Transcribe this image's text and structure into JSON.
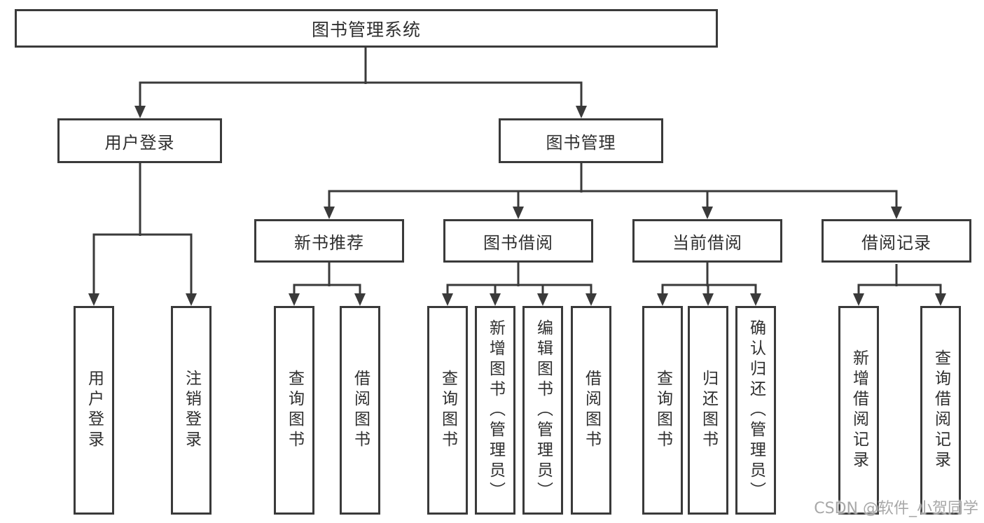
{
  "diagram_type": "functional-structure-tree",
  "nodes": {
    "root": {
      "label": "图书管理系统"
    },
    "branches": [
      {
        "label": "用户登录",
        "children": [
          {
            "label": "用户登录"
          },
          {
            "label": "注销登录"
          }
        ]
      },
      {
        "label": "图书管理",
        "groups": [
          {
            "label": "新书推荐",
            "children": [
              {
                "label": "查询图书"
              },
              {
                "label": "借阅图书"
              }
            ]
          },
          {
            "label": "图书借阅",
            "children": [
              {
                "label": "查询图书"
              },
              {
                "label": "新增图书（管理员）"
              },
              {
                "label": "编辑图书（管理员）"
              },
              {
                "label": "借阅图书"
              }
            ]
          },
          {
            "label": "当前借阅",
            "children": [
              {
                "label": "查询图书"
              },
              {
                "label": "归还图书"
              },
              {
                "label": "确认归还（管理员）"
              }
            ]
          },
          {
            "label": "借阅记录",
            "children": [
              {
                "label": "新增借阅记录"
              },
              {
                "label": "查询借阅记录"
              }
            ]
          }
        ]
      }
    ]
  },
  "watermark": {
    "text": "CSDN @软件_小贺同学"
  },
  "colors": {
    "line": "#3a3a3a",
    "box_border": "#3a3a3a",
    "box_fill": "#ffffff",
    "text": "#2f2f2f",
    "watermark": "#a8a8a8",
    "background": "#ffffff"
  }
}
